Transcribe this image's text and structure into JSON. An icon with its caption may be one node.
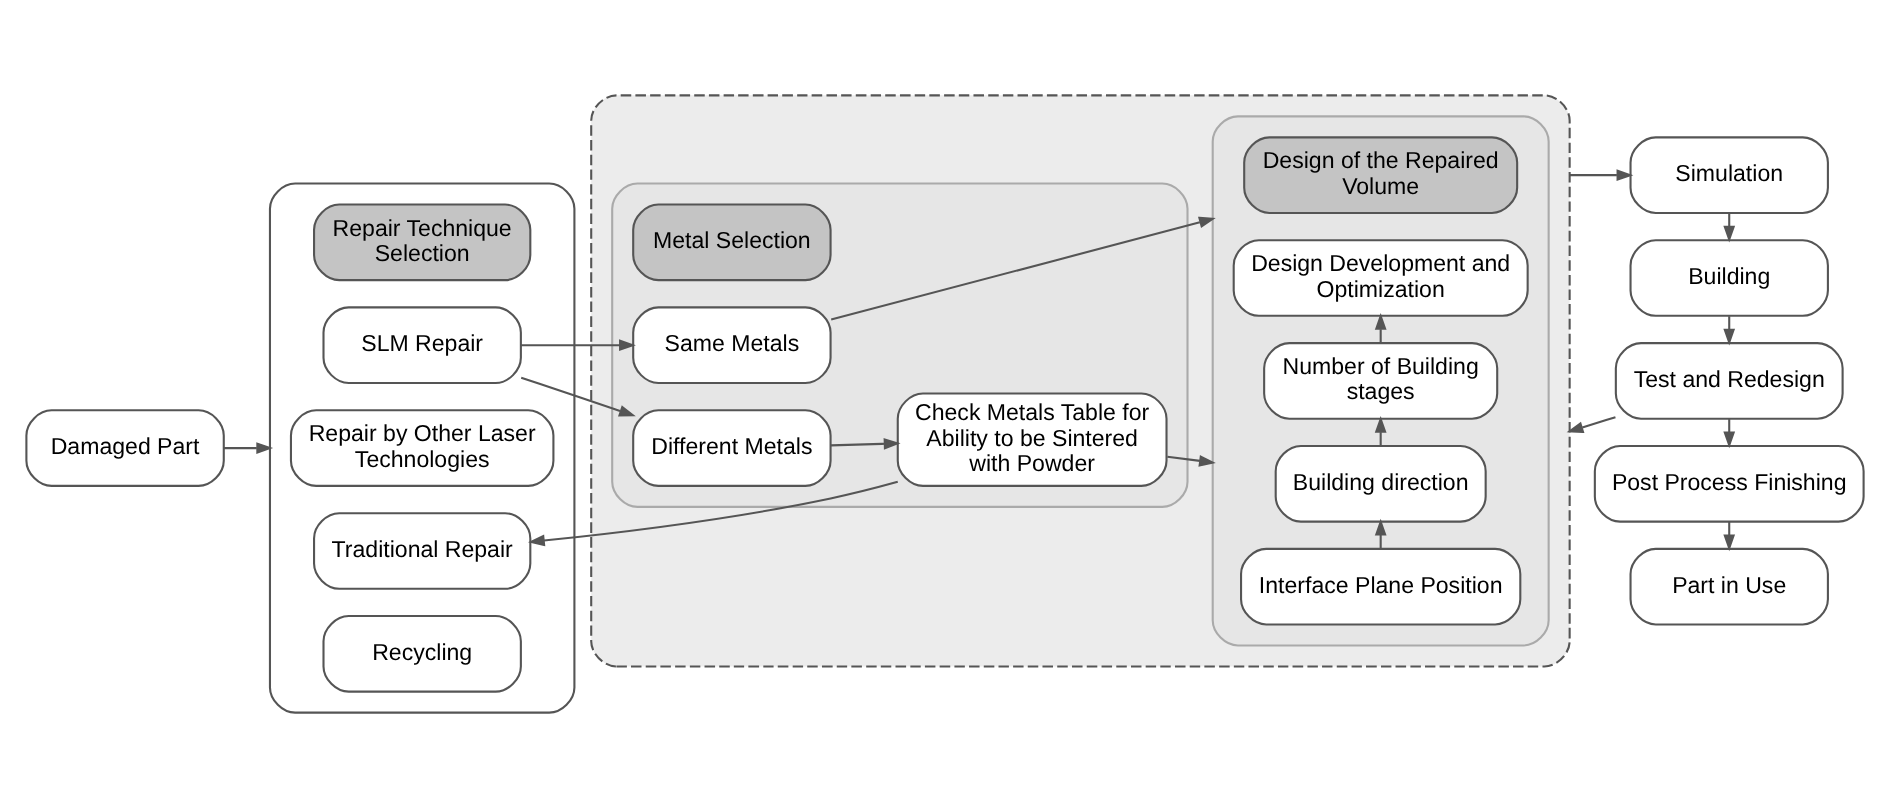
{
  "diagram": {
    "nodes": [
      {
        "text": [
          "Damaged Part"
        ]
      },
      {
        "text": [],
        "shape": "box"
      },
      {
        "text": [
          "Repair Technique Selection"
        ],
        "in": 1
      },
      {
        "text": [
          "SLM Repair"
        ],
        "in": 1
      },
      {
        "text": [
          "Repair by Other Laser Technologies"
        ],
        "in": 1
      },
      {
        "text": [
          "Traditional Repair"
        ],
        "in": 1
      },
      {
        "text": [
          "Recycling"
        ],
        "in": 1
      },
      {
        "text": [],
        "shape": "box"
      },
      {
        "text": [],
        "shape": "box",
        "in": 7
      },
      {
        "text": [
          "Metal Selection"
        ],
        "in": 8
      },
      {
        "text": [
          "Same Metals"
        ],
        "in": 8
      },
      {
        "text": [
          "Different Metals"
        ],
        "in": 8
      },
      {
        "text": [
          "Check Metals Table for Ability to be Sintered with Powder"
        ],
        "in": 8
      },
      {
        "text": [],
        "shape": "box",
        "in": 7
      },
      {
        "text": [
          "Design of the Repaired Volume"
        ],
        "in": 13
      },
      {
        "text": [
          "Interface Plane Position"
        ],
        "in": 13
      },
      {
        "text": [
          "Building direction"
        ],
        "in": 13
      },
      {
        "text": [
          "Number of Building stages"
        ],
        "in": 13
      },
      {
        "text": [
          "Design Development and Optimization"
        ],
        "in": 13
      },
      {
        "text": [
          "Simulation"
        ]
      },
      {
        "text": [
          "Building"
        ]
      },
      {
        "text": [
          "Test and Redesign"
        ]
      },
      {
        "text": [
          "Post Process Finishing"
        ]
      },
      {
        "text": [
          "Part in Use"
        ]
      }
    ],
    "edges": [
      {
        "from": 0,
        "to": 1,
        "arrow": "to"
      },
      {
        "from": 3,
        "to": 10,
        "arrow": "to"
      },
      {
        "from": 3,
        "to": 11,
        "arrow": "to"
      },
      {
        "from": 11,
        "to": 12,
        "arrow": "to"
      },
      {
        "from": 10,
        "to": 13,
        "arrow": "to"
      },
      {
        "from": 12,
        "to": 13,
        "arrow": "to"
      },
      {
        "from": 12,
        "to": 5,
        "arrow": "to"
      },
      {
        "from": 15,
        "to": 16,
        "arrow": "to"
      },
      {
        "from": 16,
        "to": 17,
        "arrow": "to"
      },
      {
        "from": 17,
        "to": 18,
        "arrow": "to"
      },
      {
        "from": 7,
        "to": 19,
        "arrow": "to"
      },
      {
        "from": 19,
        "to": 20,
        "arrow": "to"
      },
      {
        "from": 20,
        "to": 21,
        "arrow": "to"
      },
      {
        "from": 21,
        "to": 7,
        "arrow": "to"
      },
      {
        "from": 21,
        "to": 22,
        "arrow": "to"
      },
      {
        "from": 22,
        "to": 23,
        "arrow": "to"
      }
    ]
  }
}
